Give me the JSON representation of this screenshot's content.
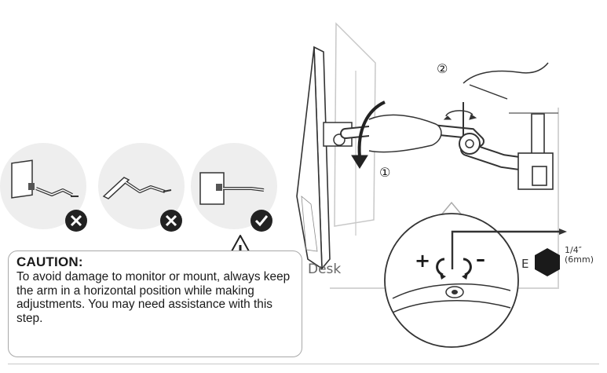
{
  "caution": {
    "title": "CAUTION:",
    "body": "To avoid damage to monitor or mount, always keep the arm in a horizontal position while making adjustments. You may need assistance with this step."
  },
  "labels": {
    "desk": "Desk",
    "step1": "①",
    "step2": "②",
    "plus": "+",
    "minus": "–",
    "tool_letter": "E",
    "hex_size_imperial": "1/4″",
    "hex_size_metric": "(6mm)"
  },
  "orientation_examples": [
    {
      "status": "incorrect",
      "icon": "x-icon"
    },
    {
      "status": "incorrect",
      "icon": "x-icon"
    },
    {
      "status": "correct",
      "icon": "check-icon"
    }
  ]
}
